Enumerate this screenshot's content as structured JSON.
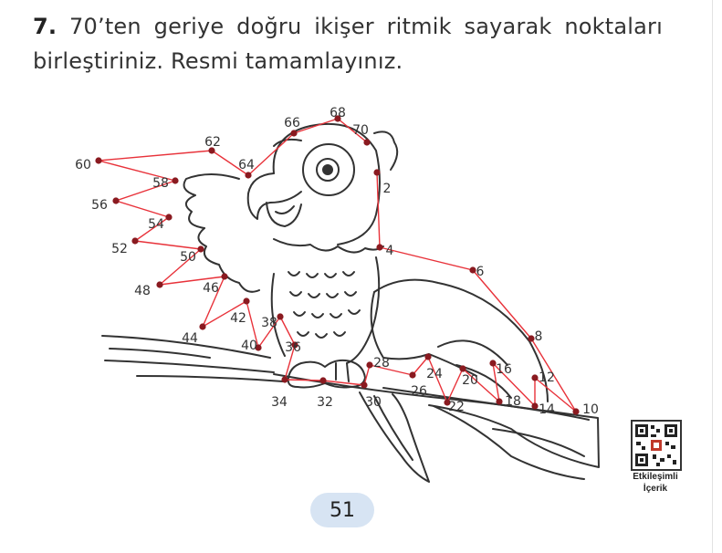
{
  "exercise": {
    "number": "7.",
    "text": "70’ten geriye doğru ikişer ritmik sayarak noktaları birleştiriniz. Resmi tamamlayınız."
  },
  "colors": {
    "line": "#e8323a",
    "dot": "#8a1a20",
    "outline": "#333333"
  },
  "dot_labels": [
    "70",
    "68",
    "66",
    "64",
    "62",
    "60",
    "58",
    "56",
    "54",
    "52",
    "50",
    "48",
    "46",
    "44",
    "42",
    "40",
    "38",
    "36",
    "34",
    "32",
    "30",
    "28",
    "26",
    "24",
    "22",
    "20",
    "18",
    "16",
    "14",
    "12",
    "10",
    "8",
    "6",
    "4",
    "2"
  ],
  "qr": {
    "icon": "qr-code-icon",
    "label_line1": "Etkileşimli",
    "label_line2": "İçerik"
  },
  "page_number": "51"
}
